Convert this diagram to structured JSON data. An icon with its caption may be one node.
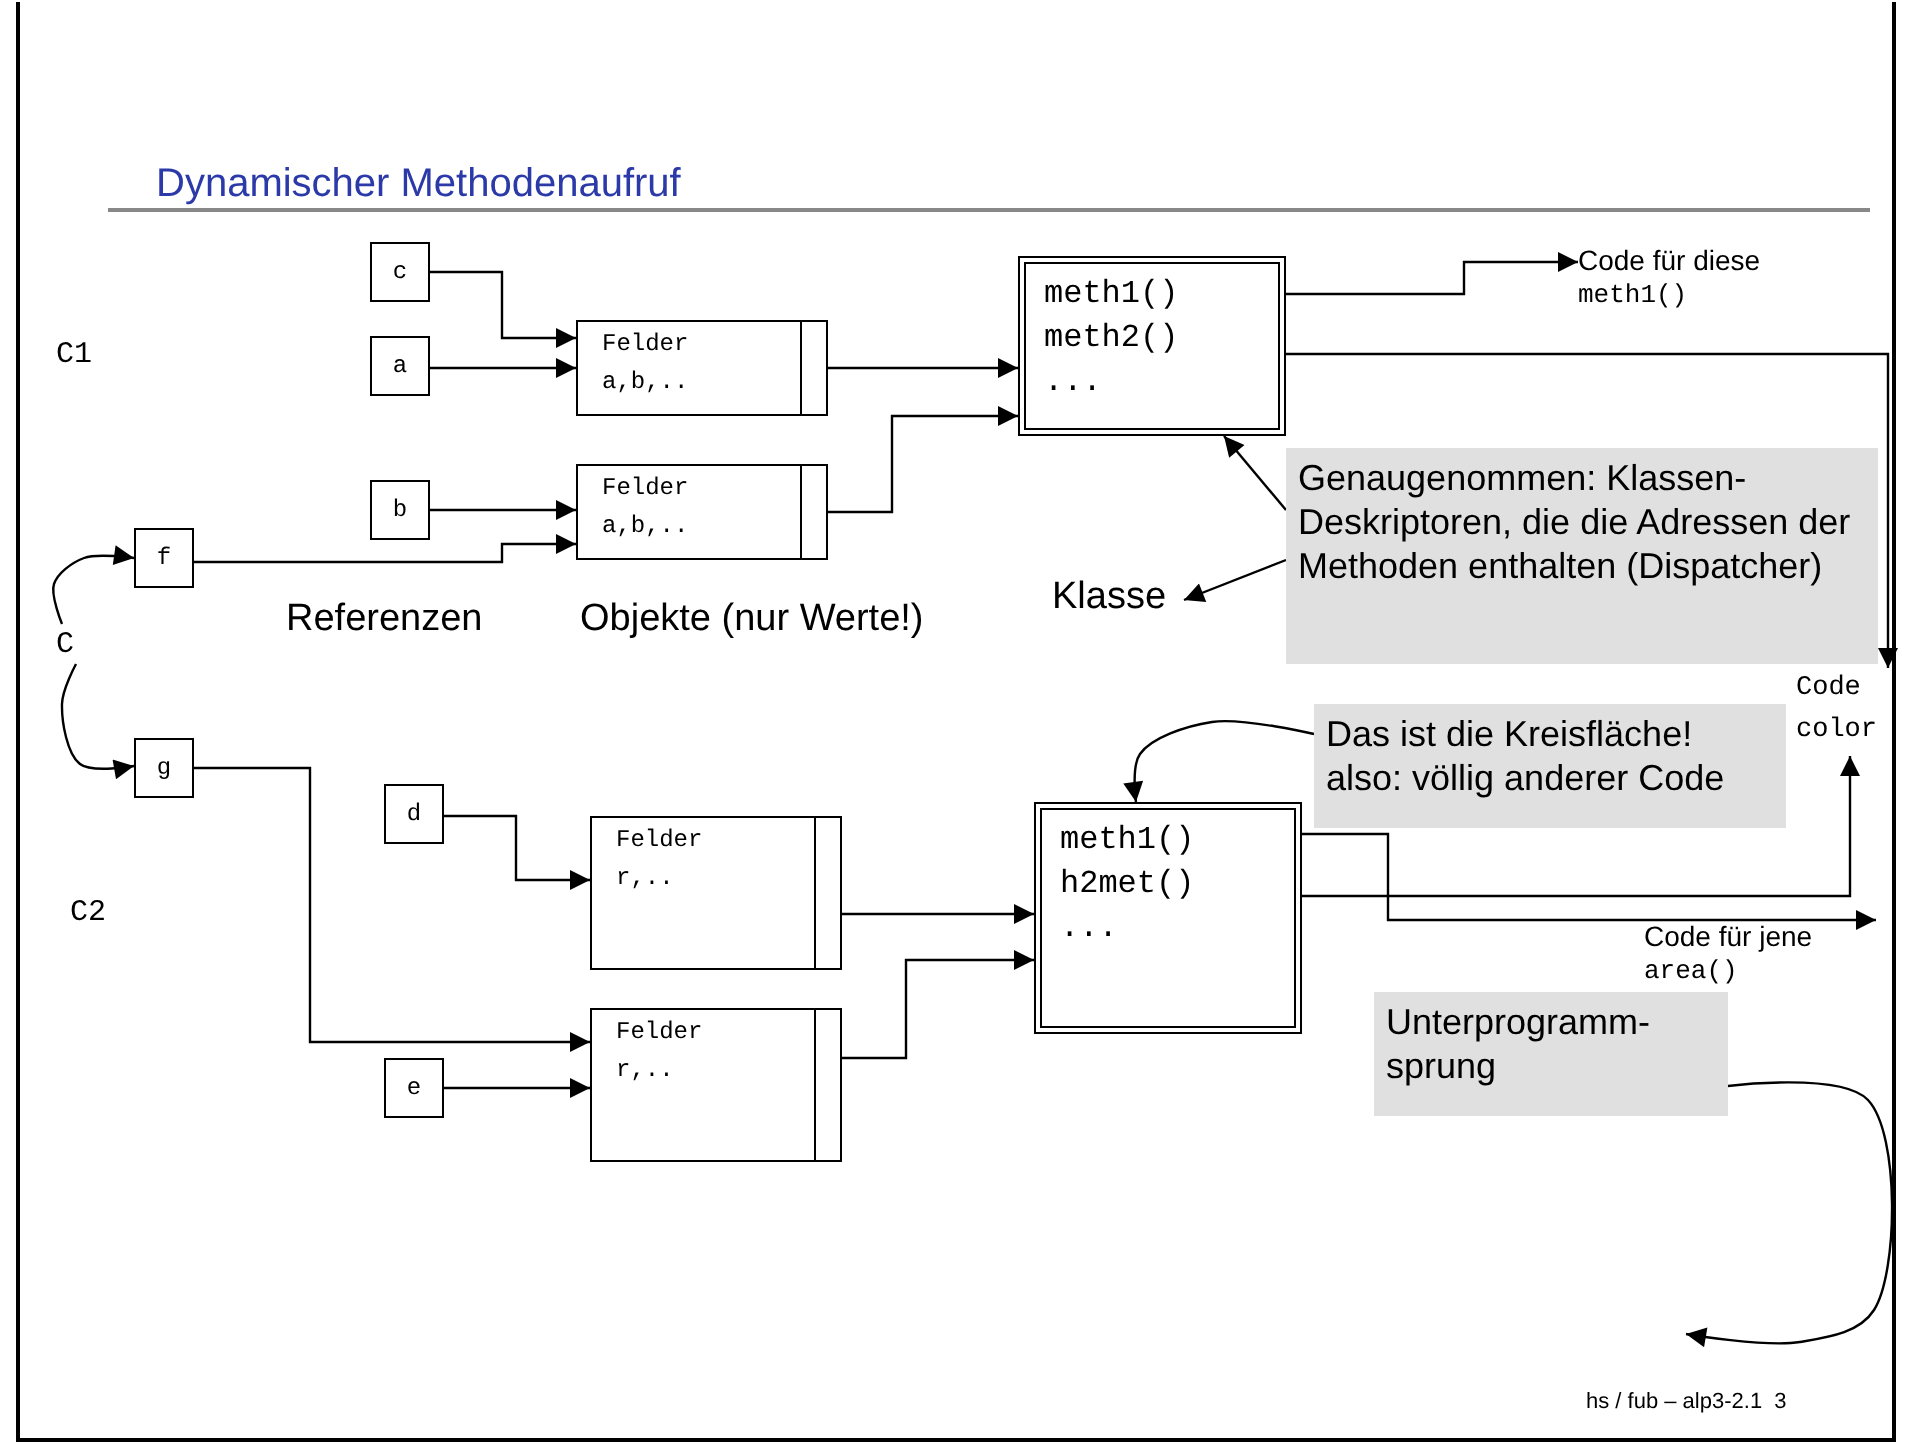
{
  "diagram": {
    "title": "Dynamischer Methodenaufruf",
    "nodes": [
      {
        "text": [
          "c"
        ]
      },
      {
        "text": [
          "a"
        ]
      },
      {
        "text": [
          "Felder a,b,.."
        ]
      },
      {
        "text": [
          "b"
        ]
      },
      {
        "text": [
          "Felder a,b,.."
        ]
      },
      {
        "text": [
          "f"
        ]
      },
      {
        "text": [
          "meth1()",
          "meth2()",
          "..."
        ]
      },
      {
        "text": [
          "Code für diese",
          "meth1()"
        ]
      },
      {
        "text": [
          "Code color"
        ]
      },
      {
        "text": [
          "Genaugenommen: Klassen- Deskriptoren, die die Adressen der Methoden enthalten (Dispatcher)"
        ]
      },
      {
        "text": [
          "Klasse"
        ]
      },
      {
        "text": [
          "C"
        ]
      },
      {
        "text": [
          "g"
        ]
      },
      {
        "text": [
          "d"
        ]
      },
      {
        "text": [
          "Felder r,.."
        ]
      },
      {
        "text": [
          "e"
        ]
      },
      {
        "text": [
          "Felder r,.."
        ]
      },
      {
        "text": [
          "meth1()",
          "h2met()",
          "..."
        ]
      },
      {
        "text": [
          "Das ist die Kreisfläche! also: völlig anderer Code"
        ]
      },
      {
        "text": [
          "Code für jene",
          "area()"
        ]
      },
      {
        "text": [
          "Unterprogramm- sprung"
        ]
      }
    ],
    "edges": [
      {
        "from": 0,
        "to": 2,
        "arrow": "to"
      },
      {
        "from": 1,
        "to": 2,
        "arrow": "to"
      },
      {
        "from": 3,
        "to": 4,
        "arrow": "to"
      },
      {
        "from": 5,
        "to": 4,
        "arrow": "to"
      },
      {
        "from": 2,
        "to": 6,
        "arrow": "to"
      },
      {
        "from": 4,
        "to": 6,
        "arrow": "to"
      },
      {
        "from": 6,
        "to": 7,
        "arrow": "to"
      },
      {
        "from": 6,
        "to": 8,
        "arrow": "to"
      },
      {
        "from": 9,
        "to": 6,
        "arrow": "to"
      },
      {
        "from": 9,
        "to": 10,
        "arrow": "to"
      },
      {
        "from": 11,
        "to": 5,
        "arrow": "to"
      },
      {
        "from": 11,
        "to": 12,
        "arrow": "to"
      },
      {
        "from": 12,
        "to": 16,
        "arrow": "to"
      },
      {
        "from": 13,
        "to": 14,
        "arrow": "to"
      },
      {
        "from": 15,
        "to": 16,
        "arrow": "to"
      },
      {
        "from": 14,
        "to": 17,
        "arrow": "to"
      },
      {
        "from": 16,
        "to": 17,
        "arrow": "to"
      },
      {
        "from": 17,
        "to": 19,
        "arrow": "to"
      },
      {
        "from": 17,
        "to": 8,
        "arrow": "to"
      },
      {
        "from": 18,
        "to": 17,
        "arrow": "to"
      },
      {
        "from": 20,
        "to": null,
        "arrow": "to"
      }
    ],
    "labels": [
      "C1",
      "Referenzen",
      "Objekte (nur Werte!)",
      "C2",
      "hs / fub – alp3-2.1  3"
    ]
  }
}
